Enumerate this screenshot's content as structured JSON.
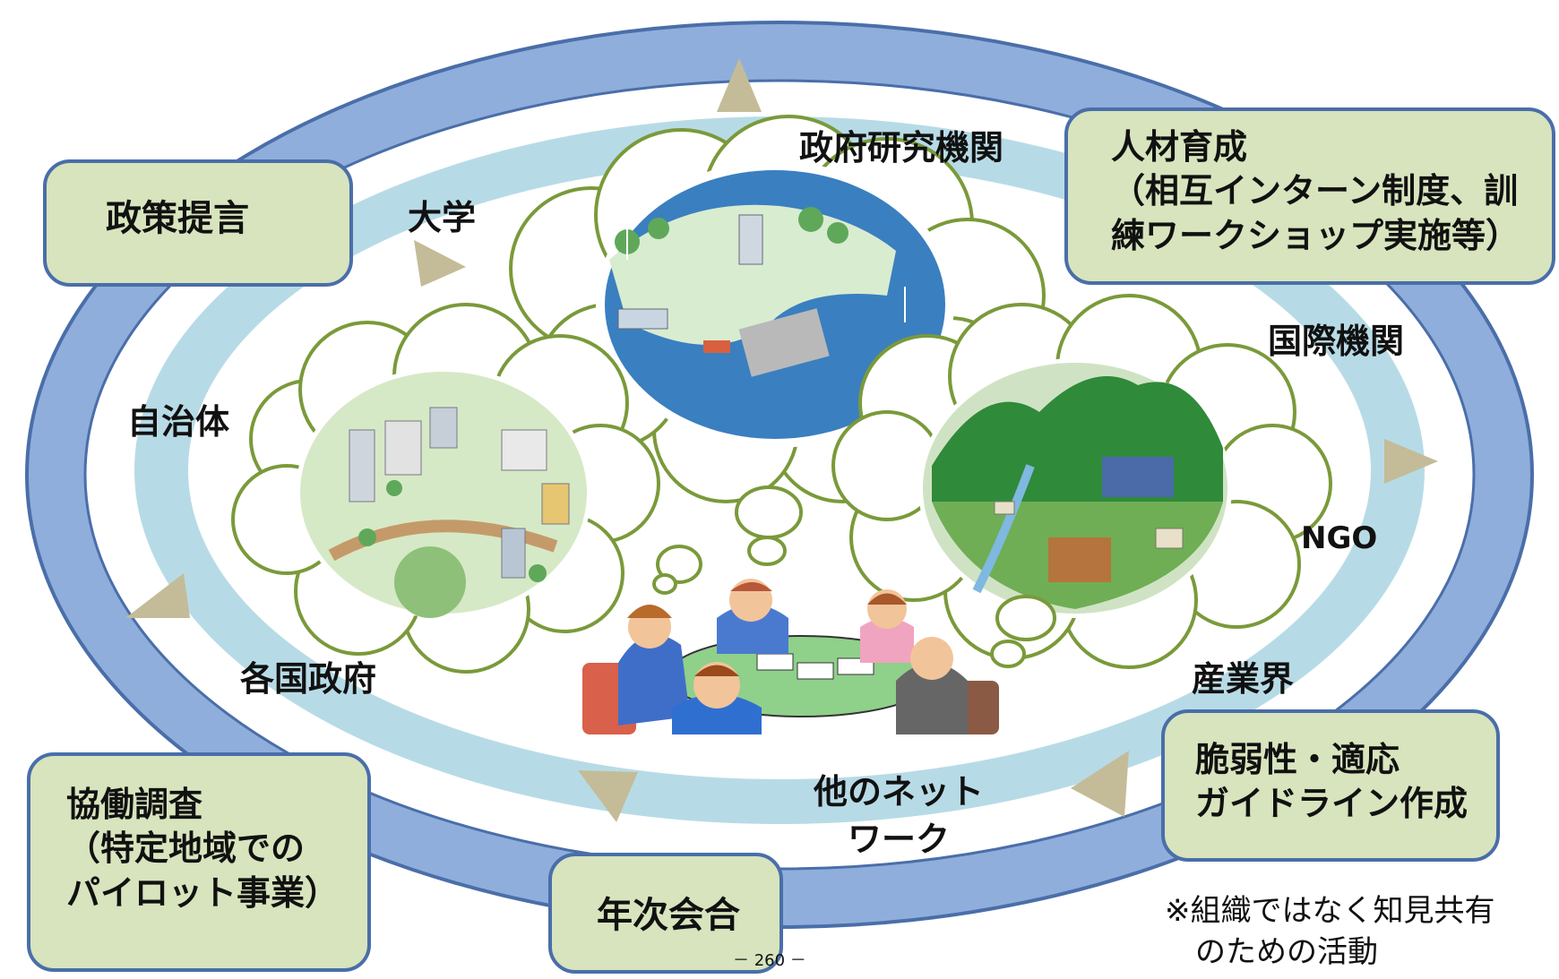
{
  "colors": {
    "outer_ring": "#8faedb",
    "outer_ring_stroke": "#4a6ea9",
    "inner_ring": "#b7dbe6",
    "box_fill": "#d7e4bd",
    "box_stroke": "#4a6ea9",
    "arrow": "#c4bc98",
    "cloud_stroke": "#7a9a3a"
  },
  "activities": {
    "policy": "政策提言",
    "hr": "人材育成\n（相互インターン制度、訓\n練ワークショップ実施等）",
    "joint_survey": "協働調査\n（特定地域での\nパイロット事業）",
    "annual_meeting": "年次会合",
    "guideline": "脆弱性・適応\nガイドライン作成"
  },
  "participants": {
    "gov_research": "政府研究機関",
    "university": "大学",
    "local_gov": "自治体",
    "intl_org": "国際機関",
    "ngo": "NGO",
    "national_gov": "各国政府",
    "industry": "産業界",
    "other_networks": "他のネット\nワーク"
  },
  "note": "※組織ではなく知見共有\n　のための活動",
  "page_number": "－ 260 －",
  "icons": {
    "arrow": "triangle-arrow-icon",
    "city": "city-illustration",
    "coast": "coastal-city-illustration",
    "mountain": "mountain-solar-illustration",
    "meeting": "meeting-people-illustration"
  }
}
